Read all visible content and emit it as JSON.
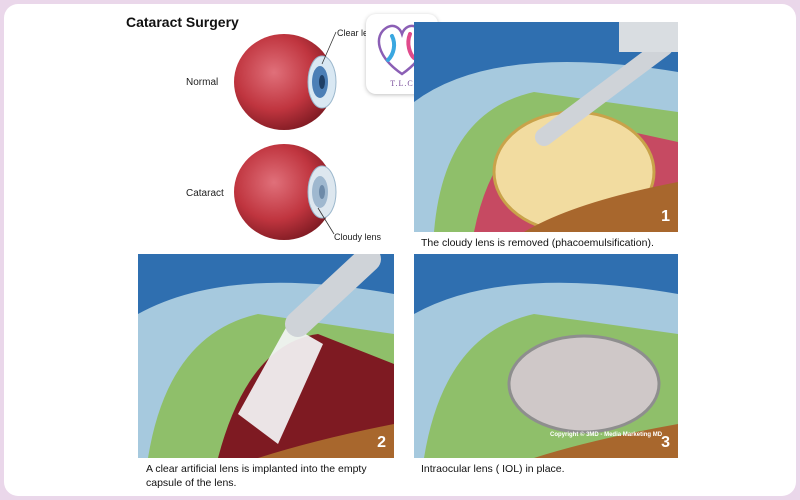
{
  "title": "Cataract Surgery",
  "eyes": {
    "normal_label": "Normal",
    "normal_callout": "Clear lens",
    "cataract_label": "Cataract",
    "cataract_callout": "Cloudy lens"
  },
  "logo": {
    "text": "T.L.C"
  },
  "panels": [
    {
      "number": "1",
      "caption": "The cloudy lens is removed (phacoemulsification)."
    },
    {
      "number": "2",
      "caption_line1": "A clear artificial lens is implanted into the empty",
      "caption_line2": "capsule of the lens."
    },
    {
      "number": "3",
      "caption": "Intraocular lens ( IOL) in place.",
      "copyright": "Copyright © 3MD - Media Marketing MD"
    }
  ],
  "colors": {
    "background_border": "#ead7ea",
    "sky": "#2f6fb0",
    "eyeball": "#c0353f",
    "iris_green": "#8fbf6a",
    "lens_cloudy": "#f2dca0",
    "iol": "#cfc8c8"
  }
}
